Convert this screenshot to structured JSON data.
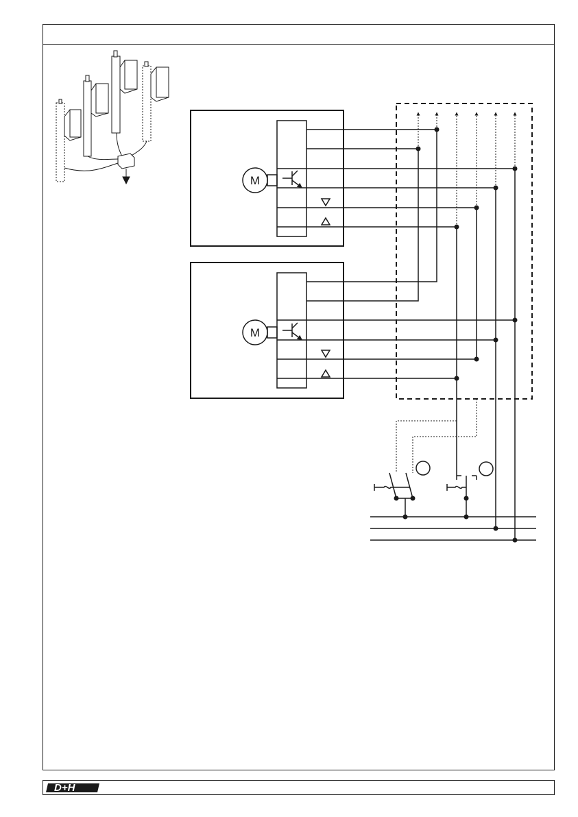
{
  "motor_units": [
    {
      "id": "upper",
      "motor_label": "M"
    },
    {
      "id": "lower",
      "motor_label": "M"
    }
  ],
  "footer": {
    "brand": "D+H",
    "brand_icon": "dh-logo"
  },
  "illustration": {
    "icon": "linear-actuators-with-junction-box-icon"
  },
  "colors": {
    "ink": "#1a1a1a",
    "background": "#ffffff"
  }
}
